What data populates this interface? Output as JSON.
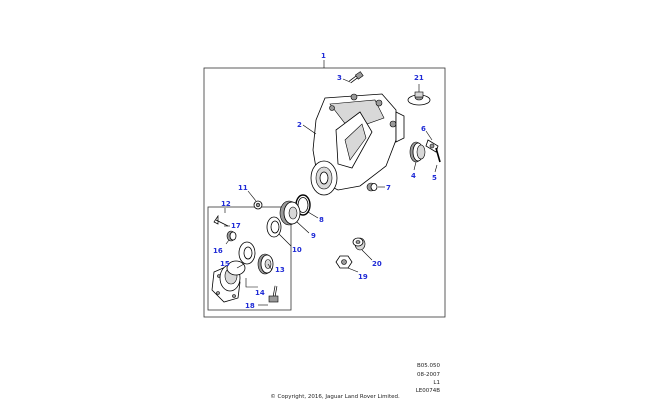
{
  "labels": {
    "l1": "1",
    "l2": "2",
    "l3": "3",
    "l4": "4",
    "l5": "5",
    "l6": "6",
    "l7": "7",
    "l8": "8",
    "l9": "9",
    "l10": "10",
    "l11": "11",
    "l12": "12",
    "l13": "13",
    "l14": "14",
    "l15": "15",
    "l16": "16",
    "l17": "17",
    "l18": "18",
    "l19": "19",
    "l20": "20",
    "l21": "21"
  },
  "info": {
    "code": "B05.050",
    "date": "08-2007",
    "level": "L1",
    "ref": "LE0074B"
  },
  "copyright": "© Copyright, 2016, Jaguar Land Rover Limited.",
  "colors": {
    "label": "#1f2bd6",
    "line": "#000000"
  }
}
